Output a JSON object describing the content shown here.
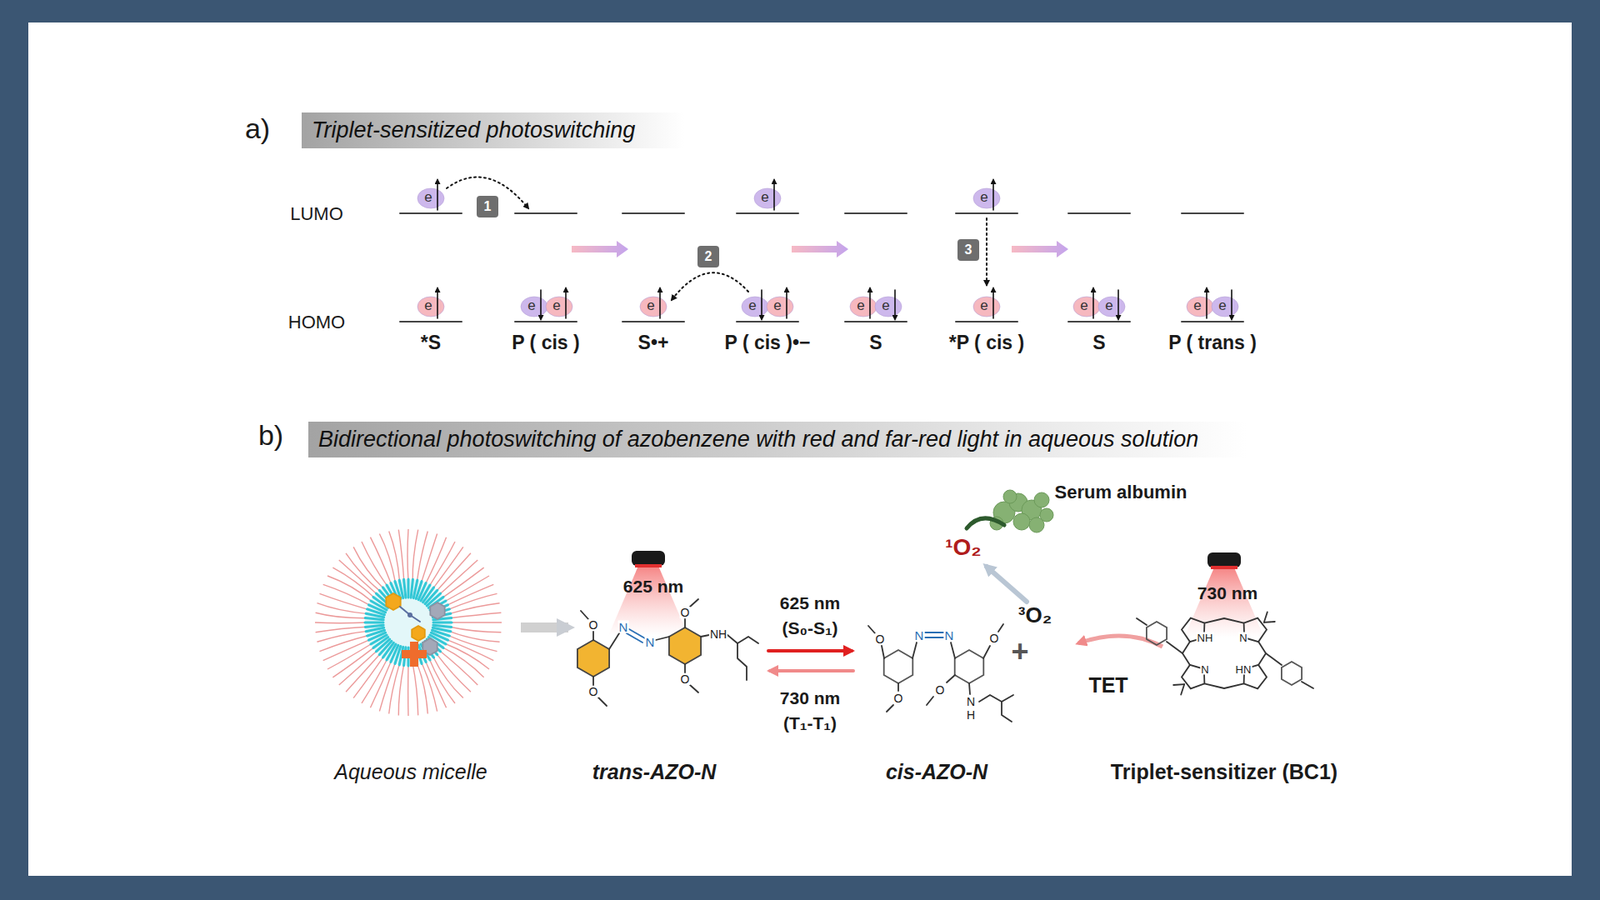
{
  "diagram": {
    "nodes": [
      {
        "text": [
          "Triplet-sensitized photoswitching"
        ]
      },
      {
        "text": [
          "1"
        ]
      },
      {
        "text": [
          "2"
        ]
      },
      {
        "text": [
          "3"
        ]
      },
      {
        "text": [
          "Bidirectional photoswitching of azobenzene with red and far-red light in aqueous solution"
        ]
      }
    ],
    "labels": [
      "a)",
      "LUMO",
      "HOMO",
      "e",
      "e",
      "e",
      "e",
      "e",
      "e",
      "e",
      "e",
      "e",
      "e",
      "e",
      "e",
      "e",
      "e",
      "e",
      "e",
      "*S",
      "P ( cis )",
      "S•+",
      "P ( cis )•−",
      "S",
      "*P ( cis )",
      "S",
      "P ( trans )",
      "b)",
      "Serum albumin",
      "¹O₂",
      "625 nm",
      "625 nm",
      "(S₀-S₁)",
      "730 nm",
      "(T₁-T₁)",
      "³O₂",
      "+",
      "TET",
      "730 nm",
      "Aqueous micelle",
      "trans-AZO-N",
      "cis-AZO-N",
      "Triplet-sensitizer (BC1)",
      "N",
      "N",
      "NH",
      "N",
      "N",
      "N",
      "H",
      "NH",
      "N",
      "N",
      "HN",
      "O",
      "O",
      "O",
      "O",
      "O",
      "O",
      "O",
      "O"
    ]
  }
}
